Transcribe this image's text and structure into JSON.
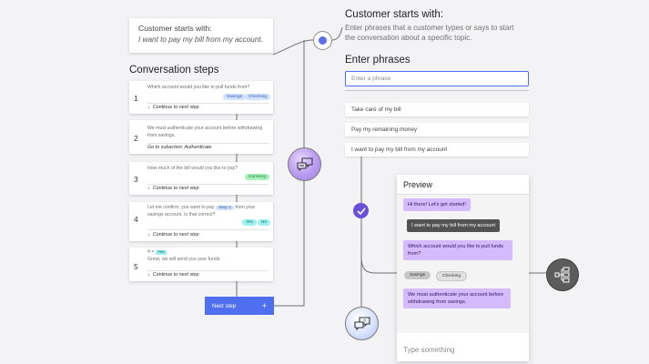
{
  "start_card": {
    "heading": "Customer starts with:",
    "phrase": "I want to pay my bill from my account."
  },
  "steps_title": "Conversation steps",
  "steps": [
    {
      "num": "1",
      "question": "Which account would you like to pull funds from?",
      "tags": [
        "Savings",
        "Checking"
      ],
      "footer": "Continue to next step"
    },
    {
      "num": "2",
      "question": "We must authenticate your account before withdrawing from savings.",
      "tags": [],
      "footer": "Go to subaction: Authenticate"
    },
    {
      "num": "3",
      "question": "How much of the bill would you like to pay?",
      "tags": [
        "Currency"
      ],
      "footer": "Continue to next step"
    },
    {
      "num": "4",
      "question_pre": "Let me confirm, you want to pay",
      "question_tag": "Step 3",
      "question_post": "from your savings account. Is that correct?",
      "tags": [
        "Yes",
        "No"
      ],
      "footer": "Continue to next step"
    },
    {
      "num": "5",
      "cond_num": "4",
      "cond_op": "=",
      "cond_tag": "Yes",
      "question": "Great, we will send you your funds.",
      "tags": [],
      "footer": "Continue to next step"
    }
  ],
  "next_step_button": {
    "label": "Next step",
    "icon": "+"
  },
  "right": {
    "title": "Customer starts with:",
    "description": "Enter phrases that a customer types or says to start the conversation about a specific topic.",
    "phrases_heading": "Enter phrases",
    "input_placeholder": "Enter a phrase",
    "phrases": [
      "Take care of my bill",
      "Pay my remaining money",
      "I want to pay my bill from my account"
    ]
  },
  "preview": {
    "title": "Preview",
    "messages": [
      {
        "from": "bot",
        "text": "Hi there! Let's get started!"
      },
      {
        "from": "user",
        "text": "I want to pay my bill from my account"
      },
      {
        "from": "bot",
        "text": "Which account would you like to pull funds from?"
      },
      {
        "from": "bot",
        "text": "We must authenticate your account before withdrawing from savings."
      }
    ],
    "chips": [
      "Savings",
      "Checking"
    ],
    "input_placeholder": "Type something"
  },
  "colors": {
    "accent_blue": "#4f6ff0",
    "bot_bubble": "#d4bbff",
    "user_bubble": "#525252",
    "check_node": "#6a4fd8"
  },
  "icons": {
    "chat_node": "chat-bubbles-icon",
    "check_node": "checkmark-icon",
    "flow_node": "flowchart-icon",
    "footer_arrow": "arrow-down-icon"
  }
}
